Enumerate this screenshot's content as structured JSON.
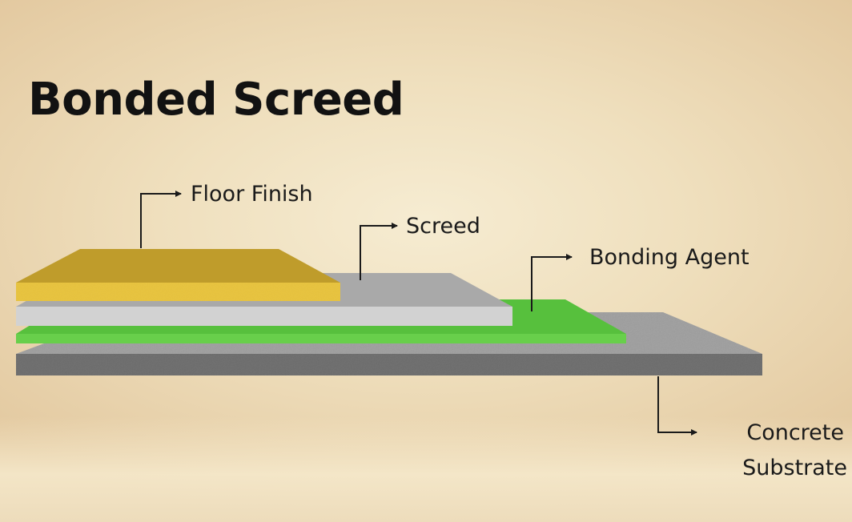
{
  "title": "Bonded Screed",
  "layers": [
    {
      "id": "floor-finish",
      "label": "Floor Finish",
      "top_color": "#bf9c2b",
      "side_color": "#e8c33c"
    },
    {
      "id": "screed",
      "label": "Screed",
      "top_color": "#a9a9a9",
      "side_color": "#d2d2d2"
    },
    {
      "id": "bonding-agent",
      "label": "Bonding Agent",
      "top_color": "#57c03d",
      "side_color": "#68cf4b"
    },
    {
      "id": "concrete-substrate",
      "label_line1": "Concrete",
      "label_line2": "Substrate",
      "top_color": "#9d9d9d",
      "side_color": "#6b6b6b"
    }
  ]
}
